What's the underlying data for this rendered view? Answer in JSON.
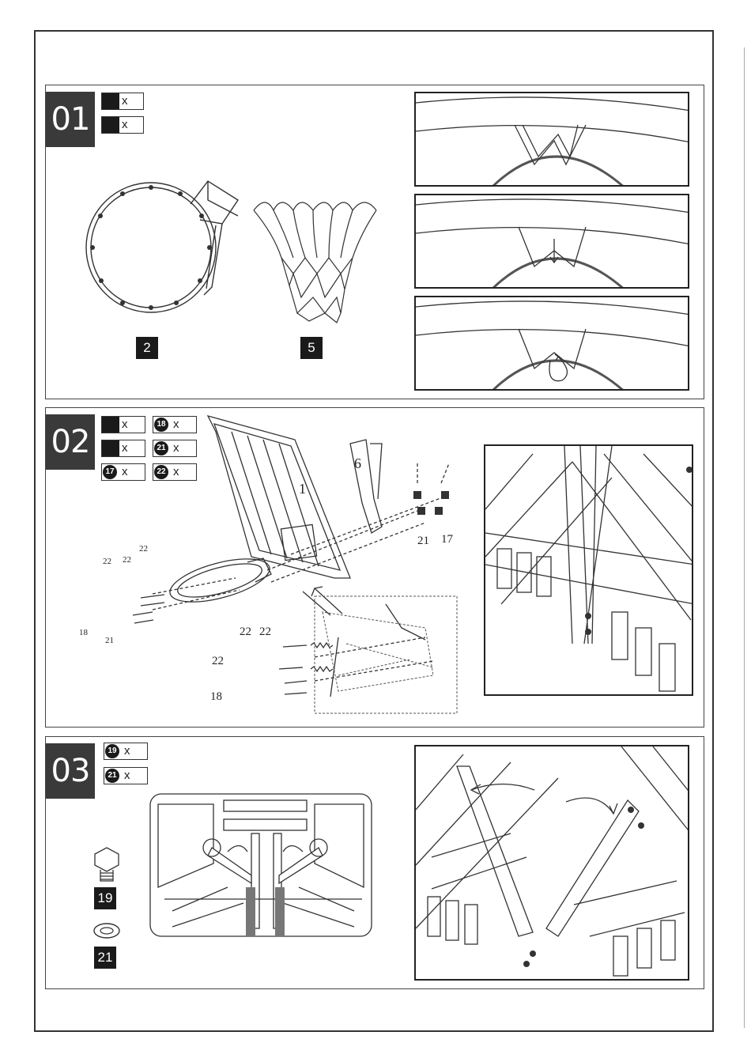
{
  "steps": [
    {
      "number": "01",
      "quantities": [
        {
          "badge": "",
          "mark": "x"
        },
        {
          "badge": "",
          "mark": "x"
        }
      ],
      "parts": [
        {
          "label": "2",
          "name": "hoop"
        },
        {
          "label": "5",
          "name": "net"
        }
      ]
    },
    {
      "number": "02",
      "quantities": [
        {
          "badge": "",
          "mark": "x"
        },
        {
          "badge": "18",
          "mark": "x"
        },
        {
          "badge": "",
          "mark": "x"
        },
        {
          "badge": "21",
          "mark": "x"
        },
        {
          "badge": "17",
          "mark": "x"
        },
        {
          "badge": "22",
          "mark": "x"
        }
      ],
      "callouts": [
        "1",
        "6",
        "21",
        "17",
        "22",
        "22",
        "22",
        "18",
        "21",
        "22",
        "22",
        "22",
        "18"
      ]
    },
    {
      "number": "03",
      "quantities": [
        {
          "badge": "19",
          "mark": "x"
        },
        {
          "badge": "21",
          "mark": "x"
        }
      ],
      "parts": [
        {
          "label": "19",
          "name": "nut"
        },
        {
          "label": "21",
          "name": "washer"
        }
      ]
    }
  ]
}
